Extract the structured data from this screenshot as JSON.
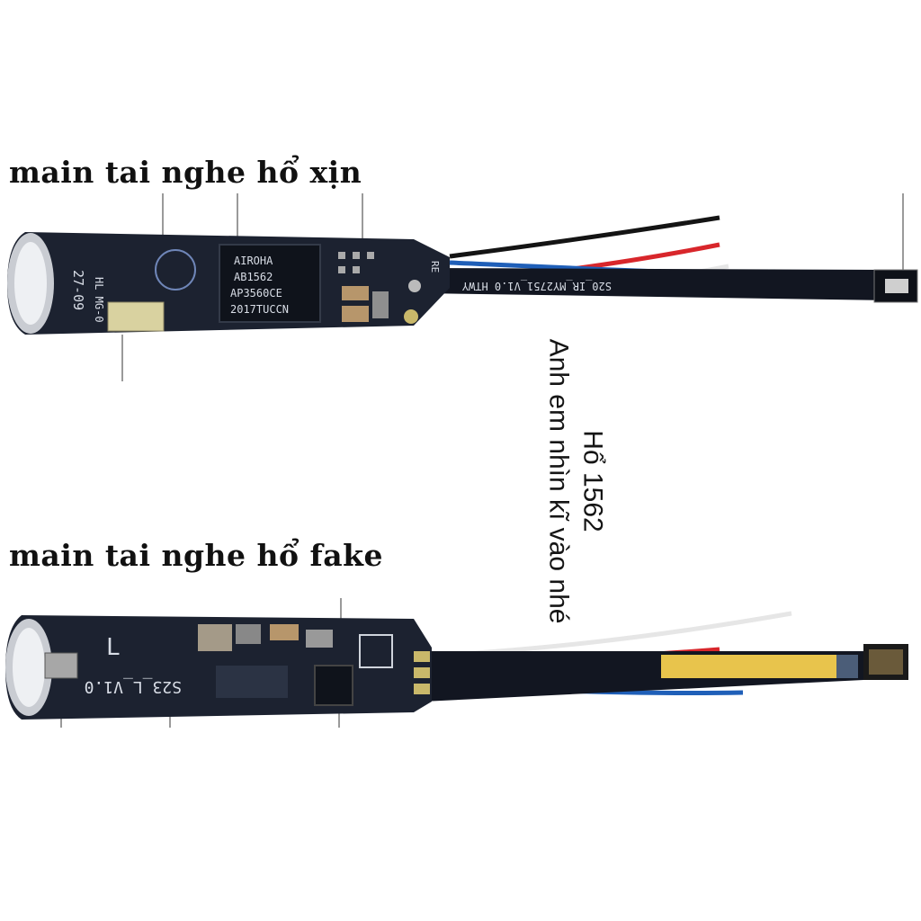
{
  "headings": {
    "real": "main tai nghe hổ xịn",
    "fake": "main tai nghe hổ fake"
  },
  "note": {
    "line1": "Hổ 1562",
    "line2": "Anh em nhìn kĩ vào nhé"
  },
  "real_board": {
    "chip_lines": [
      "AIROHA",
      "AB1562",
      "AP3560CE",
      "2017TUCCN"
    ],
    "flex_label": "S20_IR_MY2751_V1.0 HTWY",
    "side_label": "27-09",
    "pin_label": "RE",
    "edge_label": "HL MG-0"
  },
  "fake_board": {
    "board_label": "S23_L_V1.0",
    "corner_mark": "L"
  },
  "colors": {
    "pcb": "#1c2230",
    "pcb_dark": "#0f131b",
    "wire_black": "#141414",
    "wire_red": "#d8262b",
    "wire_blue": "#1f5fb8",
    "wire_white": "#e6e6e6",
    "kapton": "#e8c44c",
    "battery_cup": "#c9ccd2"
  }
}
